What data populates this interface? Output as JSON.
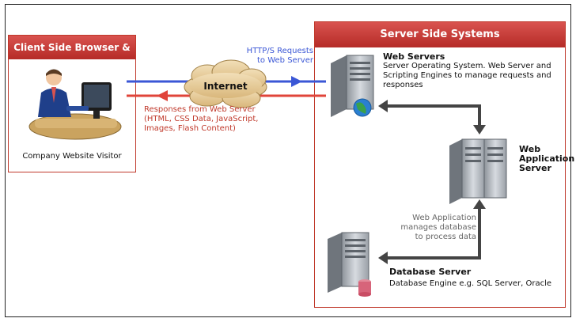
{
  "client": {
    "title": "Client Side Browser & PC",
    "caption": "Company Website Visitor",
    "icon": "computer-user-icon"
  },
  "internet": {
    "label": "Internet",
    "request_label_line1": "HTTP/S Requests",
    "request_label_line2": "to Web Server",
    "response_label_line1": "Responses from Web Server",
    "response_label_line2": "(HTML, CSS Data, JavaScript,",
    "response_label_line3": "Images, Flash Content)"
  },
  "server": {
    "title": "Server Side Systems",
    "web_servers": {
      "title": "Web Servers",
      "desc_line1": "Server Operating System. Web Server and",
      "desc_line2": "Scripting Engines to manage requests and",
      "desc_line3": "responses",
      "icon": "server-globe-icon"
    },
    "app_server": {
      "title_line1": "Web",
      "title_line2": "Application",
      "title_line3": "Server",
      "icon": "server-rack-icon"
    },
    "db_note": {
      "line1": "Web Application",
      "line2": "manages database",
      "line3": "to process data"
    },
    "database": {
      "title": "Database Server",
      "desc": "Database Engine e.g. SQL Server, Oracle",
      "icon": "database-server-icon"
    }
  },
  "colors": {
    "request": "#3b57d6",
    "response": "#e0443a",
    "header": "#c0392b"
  }
}
